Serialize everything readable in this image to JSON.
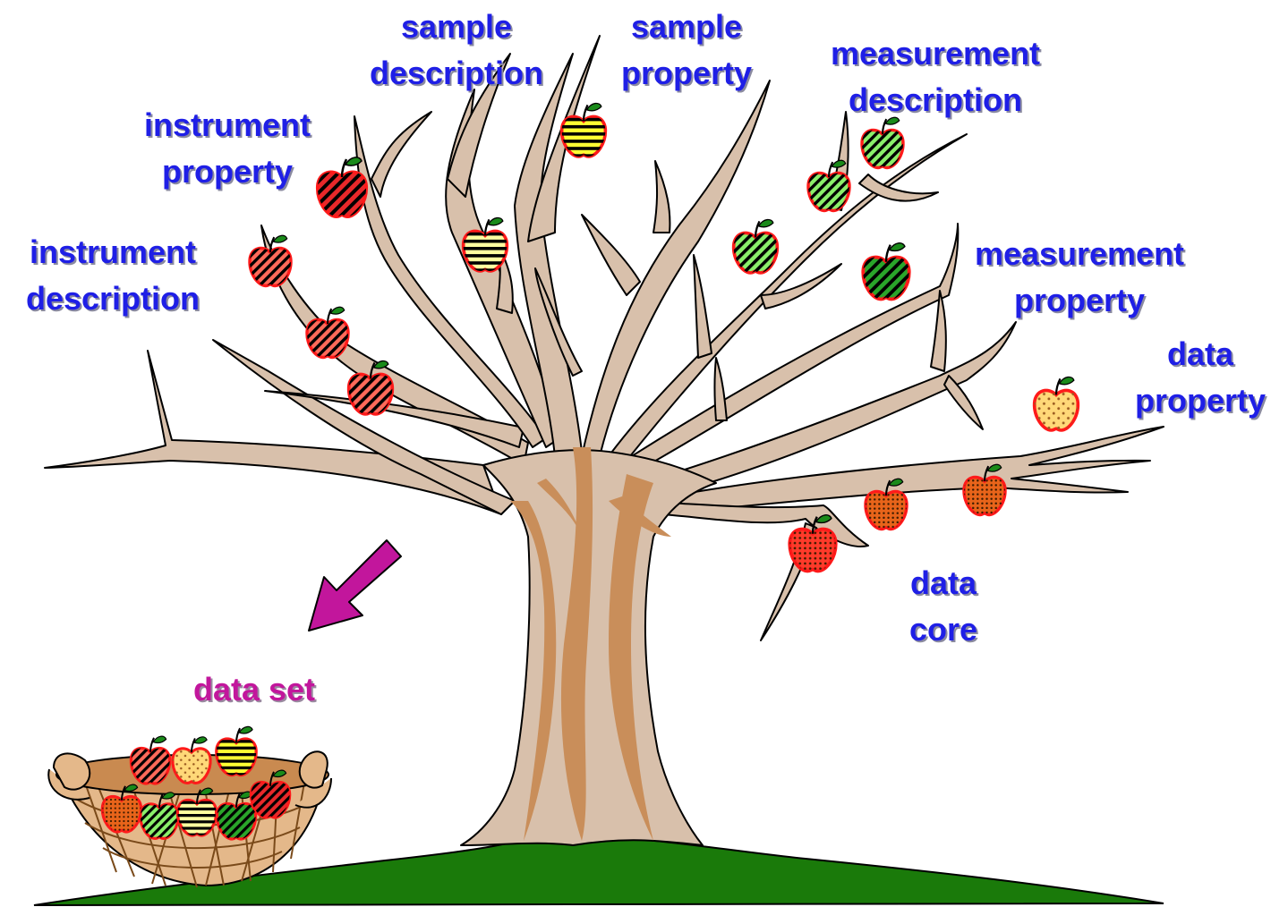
{
  "labels": {
    "sample_description": [
      "sample",
      "description"
    ],
    "sample_property": [
      "sample",
      "property"
    ],
    "measurement_description": [
      "measurement",
      "description"
    ],
    "instrument_property": [
      "instrument",
      "property"
    ],
    "instrument_description": [
      "instrument",
      "description"
    ],
    "measurement_property": [
      "measurement",
      "property"
    ],
    "data_property": [
      "data",
      "property"
    ],
    "data_core": [
      "data",
      "core"
    ],
    "data_set": "data set"
  },
  "colors": {
    "trunk": "#d8c0ab",
    "trunk_shade": "#c98e5a",
    "ground": "#1a7a0a",
    "label_text": "#1f1fe6",
    "data_set_text": "#c2169c",
    "arrow": "#c2169c",
    "apple_outline": "#ff1a1a"
  },
  "apples": [
    {
      "group": "instrument",
      "fill": "#e8282a",
      "pattern": "diagonal-stripes"
    },
    {
      "group": "instrument",
      "fill": "#ff6a5a",
      "pattern": "diagonal-stripes"
    },
    {
      "group": "instrument",
      "fill": "#ff6a5a",
      "pattern": "diagonal-stripes"
    },
    {
      "group": "instrument",
      "fill": "#ff6a5a",
      "pattern": "diagonal-stripes"
    },
    {
      "group": "sample",
      "fill": "#ffff33",
      "pattern": "horizontal-stripes"
    },
    {
      "group": "sample",
      "fill": "#ffffa0",
      "pattern": "horizontal-stripes"
    },
    {
      "group": "measurement",
      "fill": "#8aef6a",
      "pattern": "diagonal-stripes"
    },
    {
      "group": "measurement",
      "fill": "#8aef6a",
      "pattern": "diagonal-stripes"
    },
    {
      "group": "measurement",
      "fill": "#8aef6a",
      "pattern": "diagonal-stripes"
    },
    {
      "group": "measurement",
      "fill": "#2aa52a",
      "pattern": "diagonal-stripes"
    },
    {
      "group": "data-property",
      "fill": "#ffd878",
      "pattern": "dots"
    },
    {
      "group": "data-core",
      "fill": "#e8641a",
      "pattern": "dense-dots"
    },
    {
      "group": "data-core",
      "fill": "#e8641a",
      "pattern": "dense-dots"
    },
    {
      "group": "data-core",
      "fill": "#ff3a2a",
      "pattern": "dense-dots"
    }
  ]
}
